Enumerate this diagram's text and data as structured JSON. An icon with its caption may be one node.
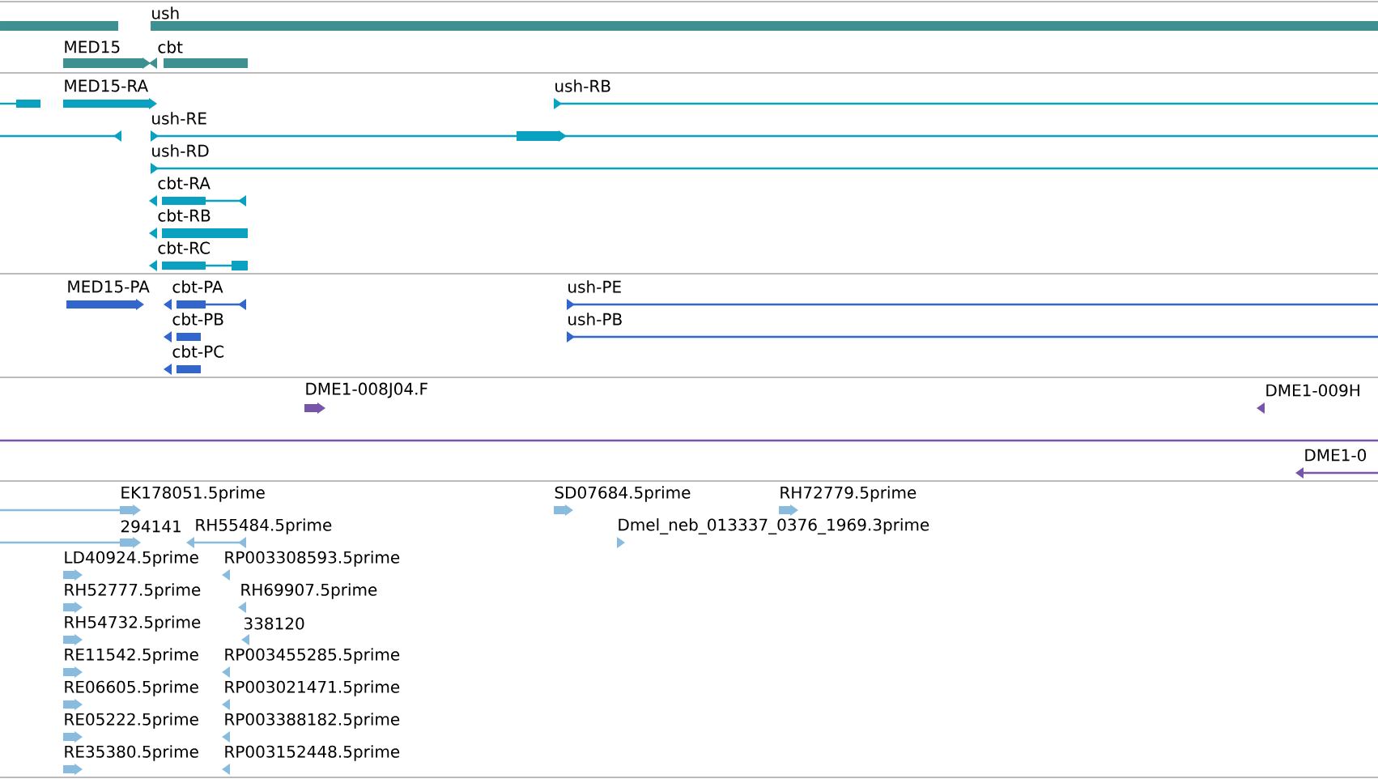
{
  "diagram": {
    "labels": [
      "ush",
      "MED15",
      "cbt",
      "MED15-RA",
      "ush-RB",
      "ush-RE",
      "ush-RD",
      "cbt-RA",
      "cbt-RB",
      "cbt-RC",
      "MED15-PA",
      "cbt-PA",
      "ush-PE",
      "cbt-PB",
      "ush-PB",
      "cbt-PC",
      "DME1-008J04.F",
      "DME1-009H",
      "DME1-0",
      "EK178051.5prime",
      "SD07684.5prime",
      "RH72779.5prime",
      "294141",
      "RH55484.5prime",
      "Dmel_neb_013337_0376_1969.3prime",
      "LD40924.5prime",
      "RP003308593.5prime",
      "RH52777.5prime",
      "RH69907.5prime",
      "RH54732.5prime",
      "338120",
      "RE11542.5prime",
      "RP003455285.5prime",
      "RE06605.5prime",
      "RP003021471.5prime",
      "RE05222.5prime",
      "RP003388182.5prime",
      "RE35380.5prime",
      "RP003152448.5prime"
    ]
  }
}
